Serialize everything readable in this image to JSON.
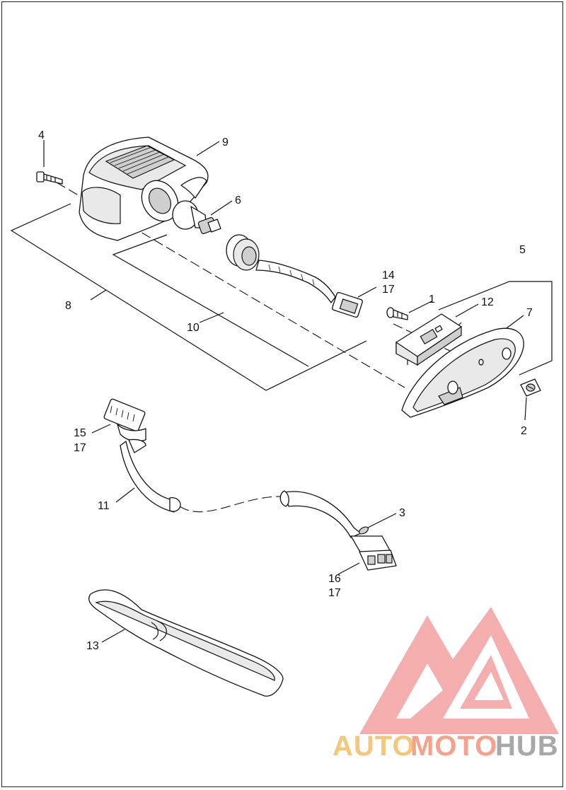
{
  "diagram": {
    "callouts": {
      "c1": "1",
      "c2": "2",
      "c3": "3",
      "c4": "4",
      "c5": "5",
      "c6": "6",
      "c7": "7",
      "c8": "8",
      "c9": "9",
      "c10": "10",
      "c11": "11",
      "c12": "12",
      "c13": "13",
      "c14": "14",
      "c14b": "17",
      "c15": "15",
      "c15b": "17",
      "c16": "16",
      "c16b": "17"
    }
  },
  "watermark": {
    "part1": "AUTO",
    "part2": "MOTO",
    "part3": "HUB",
    "colors": {
      "auto": "#f5c77a",
      "moto": "#f4a28c",
      "hub": "#a8a8a8",
      "logo": "#f08a8a"
    }
  }
}
